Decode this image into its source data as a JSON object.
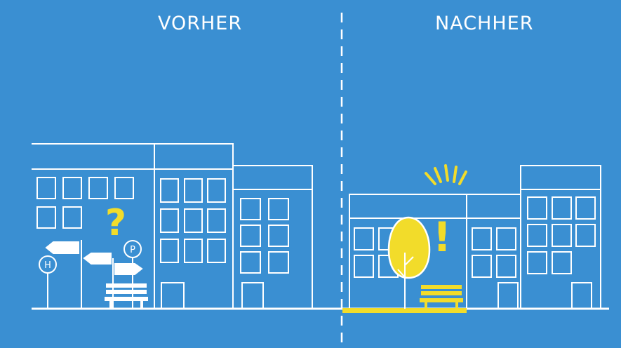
{
  "labels": {
    "before": "VORHER",
    "after": "NACHHER"
  },
  "signs": {
    "bus_stop": "H",
    "parking": "P"
  },
  "marks": {
    "question": "?",
    "exclamation": "!"
  },
  "colors": {
    "background": "#3a8fd2",
    "line": "#ffffff",
    "accent": "#f2dc2a"
  },
  "icons": [
    "bus-stop-sign-icon",
    "parking-sign-icon",
    "direction-arrow-icon",
    "bench-icon",
    "tree-icon",
    "sparkle-icon"
  ]
}
